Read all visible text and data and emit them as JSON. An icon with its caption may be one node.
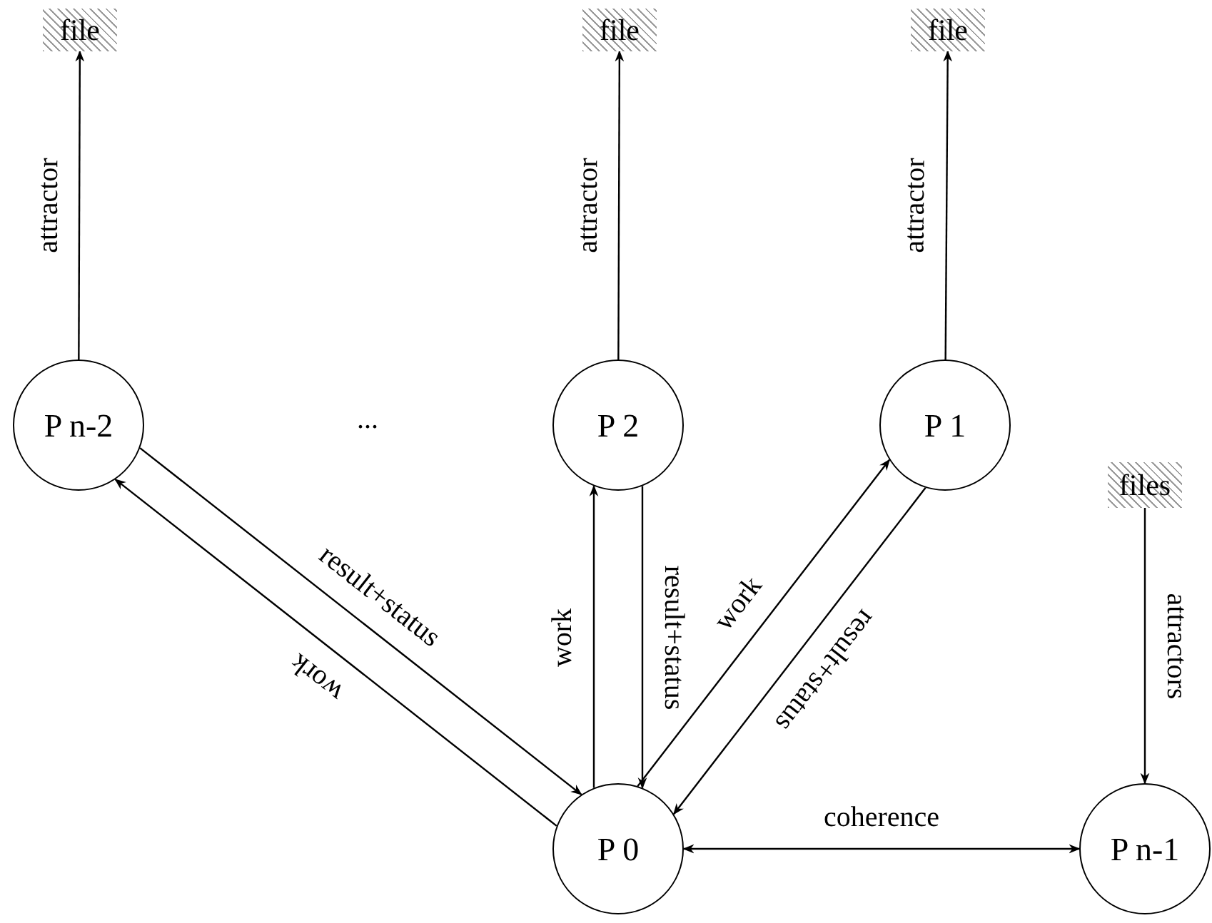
{
  "diagram": {
    "nodes": [
      {
        "text": [
          "file"
        ]
      },
      {
        "text": [
          "file"
        ]
      },
      {
        "text": [
          "file"
        ]
      },
      {
        "text": [
          "P n-2"
        ]
      },
      {
        "text": [
          "P 2"
        ]
      },
      {
        "text": [
          "P 1"
        ]
      },
      {
        "text": [
          "files"
        ]
      },
      {
        "text": [
          "P 0"
        ]
      },
      {
        "text": [
          "P n-1"
        ]
      }
    ],
    "edges": [
      {
        "from": 3,
        "to": 0,
        "arrow": "to",
        "label": "attractor"
      },
      {
        "from": 4,
        "to": 1,
        "arrow": "to",
        "label": "attractor"
      },
      {
        "from": 5,
        "to": 2,
        "arrow": "to",
        "label": "attractor"
      },
      {
        "from": 6,
        "to": 8,
        "arrow": "to",
        "label": "attractors"
      },
      {
        "from": 7,
        "to": 3,
        "arrow": "to",
        "label": "work"
      },
      {
        "from": 3,
        "to": 7,
        "arrow": "to",
        "label": "result+status"
      },
      {
        "from": 7,
        "to": 4,
        "arrow": "to",
        "label": "work"
      },
      {
        "from": 4,
        "to": 7,
        "arrow": "to",
        "label": "result+status"
      },
      {
        "from": 7,
        "to": 5,
        "arrow": "to",
        "label": "work"
      },
      {
        "from": 5,
        "to": 7,
        "arrow": "to",
        "label": "result+status"
      },
      {
        "from": 7,
        "to": 8,
        "arrow": "both",
        "label": "coherence"
      }
    ],
    "labels": [
      "..."
    ]
  }
}
